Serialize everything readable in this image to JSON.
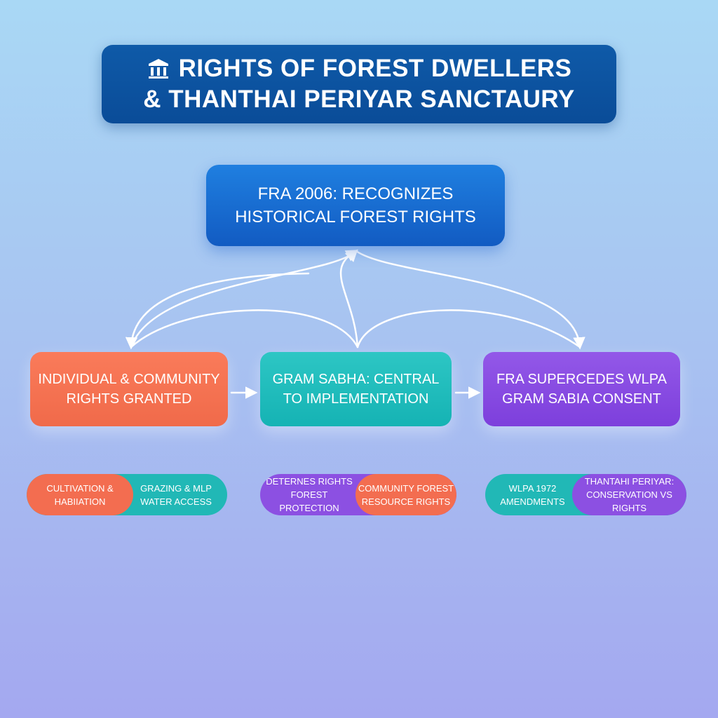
{
  "title": {
    "line1": "RIGHTS OF FOREST DWELLERS",
    "line2": "& THANTHAI PERIYAR SANCTAURY",
    "icon": "government-building-icon"
  },
  "root": {
    "line1": "FRA 2006: RECOGNIZES",
    "line2": "HISTORICAL FOREST RIGHTS"
  },
  "nodes": [
    {
      "line1": "INDIVIDUAL & COMMUNITY",
      "line2": "RIGHTS GRANTED",
      "color": "#f36d50"
    },
    {
      "line1": "GRAM SABHA: CENTRAL",
      "line2": "TO IMPLEMENTATION",
      "color": "#1fb9b8"
    },
    {
      "line1": "FRA SUPERCEDES WLPA",
      "line2": "GRAM SABIA CONSENT",
      "color": "#8a4ce2"
    }
  ],
  "pills": [
    {
      "left": {
        "line1": "CULTIVATION &",
        "line2": "HABIIATION"
      },
      "right": {
        "line1": "GRAZING & MLP",
        "line2": "WATER ACCESS"
      }
    },
    {
      "left": {
        "line1": "DETERNES RIGHTS",
        "line2": "FOREST PROTECTION"
      },
      "right": {
        "line1": "COMMUNITY FOREST",
        "line2": "RESOURCE RIGHTS"
      }
    },
    {
      "left": {
        "line1": "WLPA 1972",
        "line2": "AMENDMENTS"
      },
      "right": {
        "line1": "THANTAHI PERIYAR:",
        "line2": "CONSERVATION VS RIGHTS"
      }
    }
  ]
}
